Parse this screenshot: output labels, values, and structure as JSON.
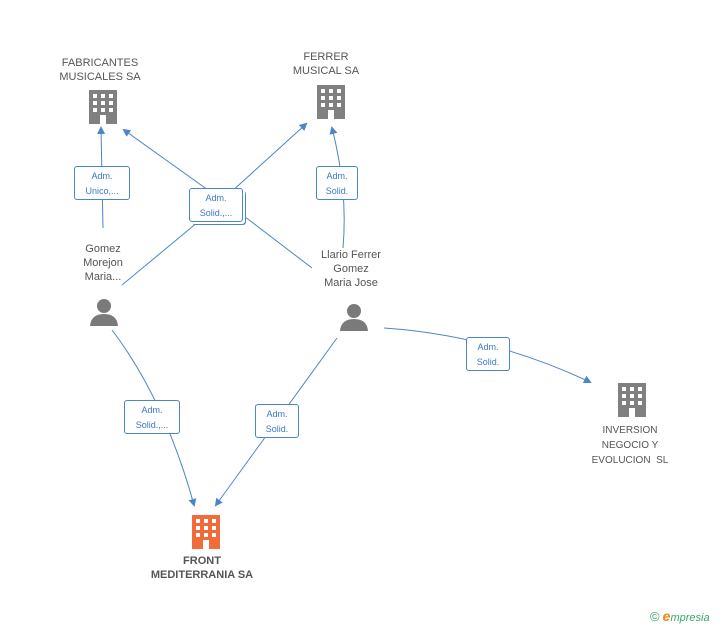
{
  "nodes": {
    "fabricantes": {
      "lines": [
        "FABRICANTES",
        "MUSICALES SA"
      ],
      "type": "company"
    },
    "ferrer": {
      "lines": [
        "FERRER",
        "MUSICAL SA"
      ],
      "type": "company"
    },
    "gomez": {
      "lines": [
        "Gomez",
        "Morejon",
        "Maria..."
      ],
      "type": "person"
    },
    "llario": {
      "lines": [
        "Llario Ferrer",
        "Gomez",
        "Maria Jose"
      ],
      "type": "person"
    },
    "inversion": {
      "lines": [
        "INVERSION",
        "NEGOCIO Y",
        "EVOLUCION  SL"
      ],
      "type": "company"
    },
    "front": {
      "lines": [
        "FRONT",
        "MEDITERRANIA SA"
      ],
      "type": "company-main"
    }
  },
  "edges": {
    "e1": {
      "lines": [
        "Adm.",
        "Unico,..."
      ]
    },
    "e2": {
      "lines": [
        "Adm.",
        "Solid.,..."
      ]
    },
    "e3": {
      "lines": [
        "Adm.",
        "Solid."
      ]
    },
    "e4": {
      "lines": [
        "Adm.",
        "Solid.,..."
      ]
    },
    "e5": {
      "lines": [
        "Adm.",
        "Solid."
      ]
    },
    "e6": {
      "lines": [
        "Adm.",
        "Solid."
      ]
    }
  },
  "colors": {
    "edge": "#4a86c8",
    "company": "#808080",
    "main_company": "#f26b3a",
    "person": "#7a7a7a"
  },
  "footer": {
    "copyright": "©",
    "brand_first": "e",
    "brand_rest": "mpresia"
  }
}
